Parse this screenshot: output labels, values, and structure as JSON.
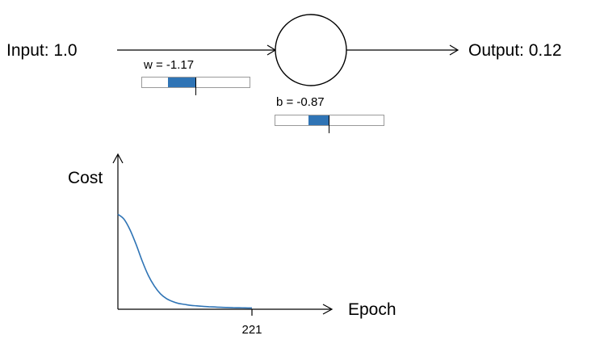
{
  "network": {
    "input_label": "Input: 1.0",
    "output_label": "Output: 0.12"
  },
  "weight": {
    "label": "w = -1.17",
    "value": -1.17
  },
  "bias": {
    "label": "b = -0.87",
    "value": -0.87
  },
  "chart_data": {
    "type": "line",
    "ylabel": "Cost",
    "xlabel": "Epoch",
    "x_tick_labels": [
      "221"
    ],
    "xlim": [
      0,
      221
    ],
    "ylim": [
      0,
      1.0
    ],
    "series": [
      {
        "x": [
          0,
          10,
          20,
          30,
          40,
          50,
          60,
          70,
          80,
          90,
          100,
          110,
          120,
          130,
          140,
          150,
          160,
          170,
          180,
          190,
          200,
          210,
          221
        ],
        "values": [
          0.98,
          0.93,
          0.82,
          0.67,
          0.5,
          0.35,
          0.24,
          0.16,
          0.11,
          0.08,
          0.06,
          0.05,
          0.04,
          0.035,
          0.03,
          0.026,
          0.023,
          0.02,
          0.018,
          0.016,
          0.015,
          0.014,
          0.013
        ]
      }
    ],
    "line_color": "#2f74b5"
  }
}
